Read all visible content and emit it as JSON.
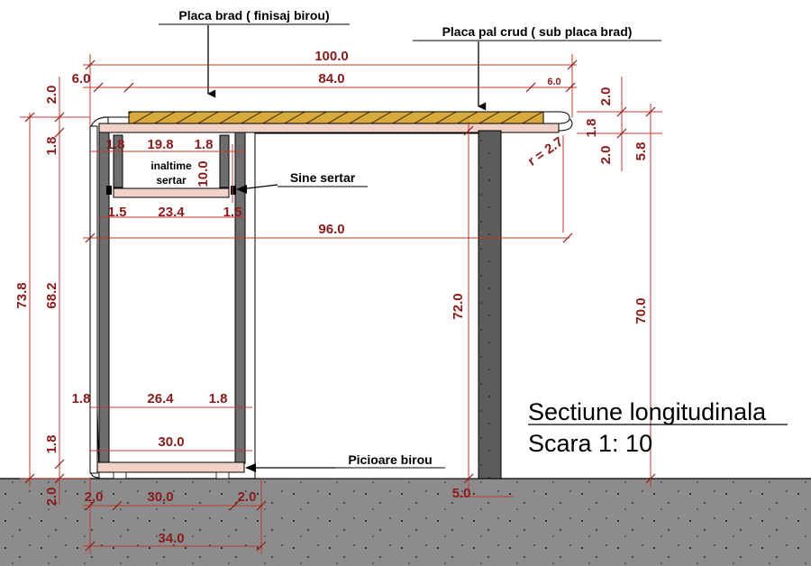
{
  "labels": {
    "placa_brad": "Placa brad ( finisaj birou)",
    "placa_pal": "Placa pal crud ( sub placa brad)",
    "sine_sertar": "Sine sertar",
    "inaltime_sertar_1": "inaltime",
    "inaltime_sertar_2": "sertar",
    "picioare_birou": "Picioare birou",
    "title": "Sectiune longitudinala",
    "scale": "Scara 1: 10"
  },
  "dims": {
    "total_width": "100.0",
    "top_left_overhang": "6.0",
    "top_span": "84.0",
    "top_right_overhang": "6.0",
    "top_thickness_left": "2.0",
    "board_left": "1.8",
    "drawer_left_wall": "1.8",
    "drawer_inner": "19.8",
    "drawer_right_wall": "1.8",
    "drawer_height": "10.0",
    "rail_left": "1.5",
    "drawer_bottom": "23.4",
    "rail_right": "1.5",
    "board_width": "96.0",
    "radius": "r = 2.7",
    "right_board": "1.8",
    "right_top": "2.0",
    "right_upper": "5.8",
    "total_height": "73.8",
    "side_height": "68.2",
    "leg_height": "72.0",
    "right_height": "70.0",
    "cab_left": "1.8",
    "cab_inner": "26.4",
    "cab_right": "1.8",
    "base_width": "30.0",
    "bottom_board": "1.8",
    "floor_thick": "2.0",
    "foot_left": "2.0",
    "foot_mid": "30.0",
    "foot_right": "2.0",
    "post_width": "5.0",
    "overall_base": "34.0"
  },
  "colors": {
    "dimension": "#8b1a1a",
    "dimension_line": "#c0392b",
    "board_fill": "#f2d2c6",
    "wood_top": "#d9a93e",
    "panel_dark": "#6e6e6e",
    "post": "#5c5c5c",
    "floor": "#8c8c8c"
  },
  "icons": {
    "arrow": "arrow-down-icon",
    "slide": "rail-clip-icon"
  }
}
